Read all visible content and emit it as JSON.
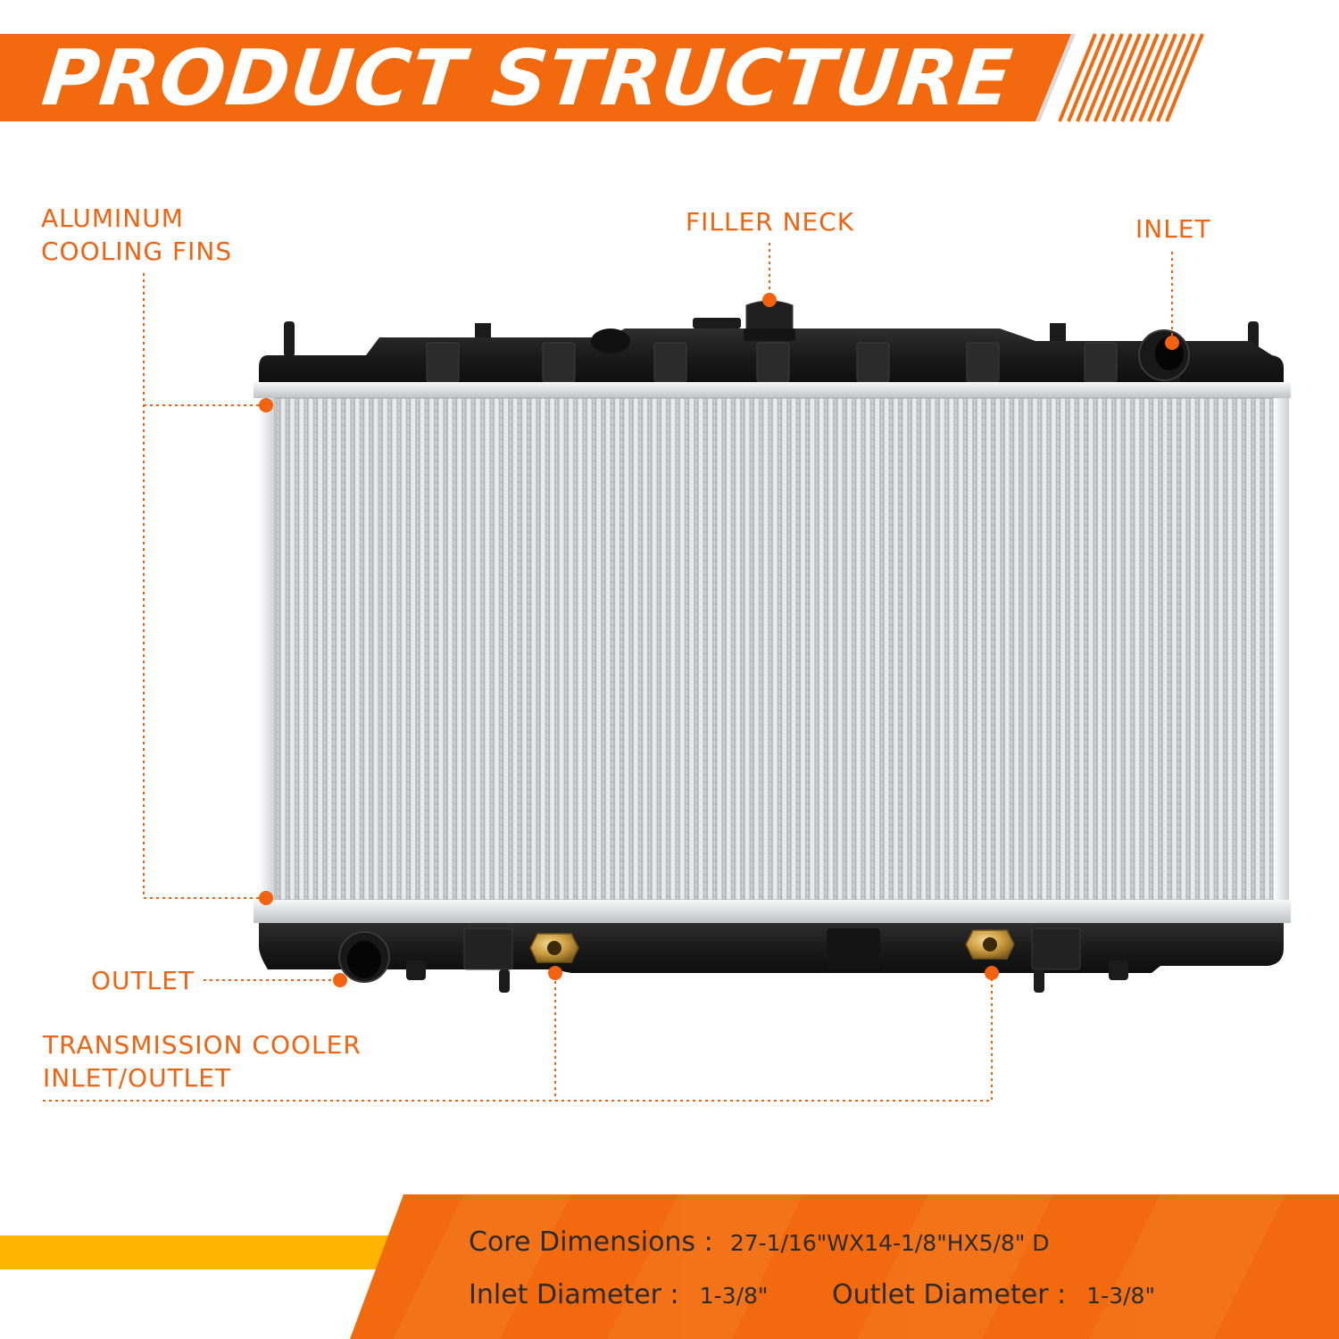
{
  "header": {
    "title": "PRODUCT STRUCTURE"
  },
  "callouts": {
    "cooling_fins": [
      "ALUMINUM",
      "COOLING FINS"
    ],
    "filler_neck": "FILLER NECK",
    "inlet": "INLET",
    "outlet": "OUTLET",
    "transmission_cooler": [
      "TRANSMISSION COOLER",
      "INLET/OUTLET"
    ]
  },
  "specs": {
    "core_dimensions_label": "Core Dimensions :",
    "core_dimensions_value": "27-1/16\"WX14-1/8\"HX5/8\" D",
    "inlet_diameter_label": "Inlet Diameter :",
    "inlet_diameter_value": "1-3/8\"",
    "outlet_diameter_label": "Outlet Diameter :",
    "outlet_diameter_value": "1-3/8\""
  },
  "colors": {
    "accent_orange": "#f2620f",
    "banner_orange": "#f26a0d",
    "accent_yellow": "#ffb400",
    "tank_black": "#1b1b1b",
    "core_silver": "#c9cbcd",
    "brass": "#c99a3c"
  }
}
